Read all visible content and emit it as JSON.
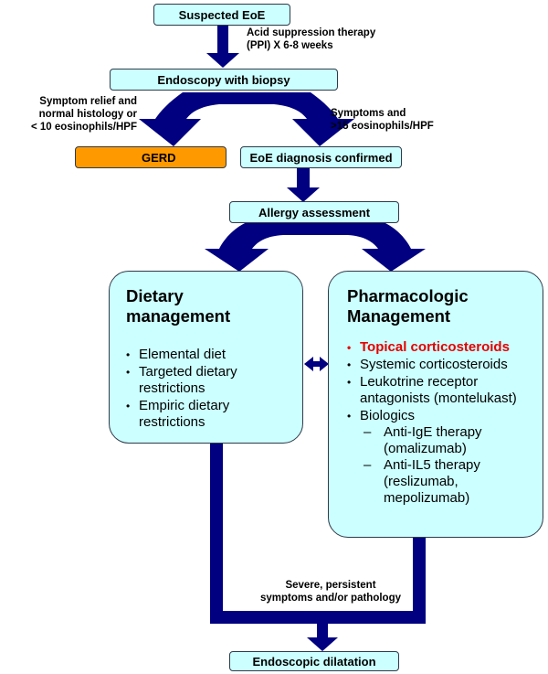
{
  "nodes": {
    "suspected": "Suspected EoE",
    "endoscopy": "Endoscopy with biopsy",
    "gerd": "GERD",
    "eoe_confirmed": "EoE diagnosis confirmed",
    "allergy": "Allergy assessment",
    "dilatation": "Endoscopic dilatation"
  },
  "edge_labels": {
    "ppi": [
      "Acid suppression therapy",
      "(PPI) X 6-8 weeks"
    ],
    "gerd_branch": [
      "Symptom relief and",
      "normal histology or",
      "< 10 eosinophils/HPF"
    ],
    "eoe_branch": [
      "Symptoms and",
      ">15 eosinophils/HPF"
    ],
    "severe": [
      "Severe, persistent",
      "symptoms and/or pathology"
    ]
  },
  "dietary": {
    "title": "Dietary management",
    "items": [
      "Elemental diet",
      "Targeted dietary restrictions",
      "Empiric dietary restrictions"
    ]
  },
  "pharmacologic": {
    "title_lines": [
      "Pharmacologic",
      "Management"
    ],
    "items": [
      "Topical corticosteroids",
      "Systemic corticosteroids",
      "Leukotrine receptor antagonists (montelukast)",
      "Biologics"
    ],
    "sub_items": [
      "Anti-IgE therapy (omalizumab)",
      "Anti-IL5 therapy (reslizumab, mepolizumab)"
    ]
  },
  "colors": {
    "box_fill": "#ccffff",
    "gerd_fill": "#ff9900",
    "arrow": "#000080",
    "highlight_text": "#e60000"
  }
}
